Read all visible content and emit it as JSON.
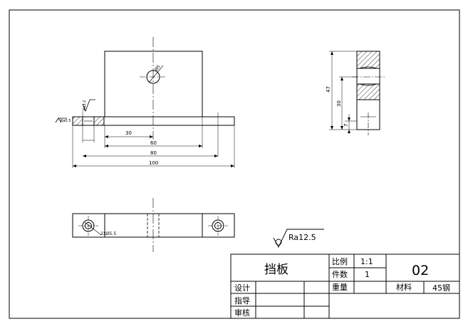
{
  "views": {
    "front": {
      "dims": {
        "d30": "30",
        "d60": "60",
        "d80": "80",
        "d100": "100"
      },
      "hole_dia": "Ø5",
      "roughness_side": "Ra3.2",
      "roughness_left": "Ra0.5"
    },
    "side": {
      "dims": {
        "d47": "47",
        "d30": "30",
        "d7": "7"
      }
    },
    "top": {
      "hole_note": "2XØ5.5"
    }
  },
  "roughness_general": "Ra12.5",
  "title_block": {
    "part_name": "挡板",
    "scale_label": "比例",
    "scale_value": "1:1",
    "qty_label": "件数",
    "qty_value": "1",
    "drawing_no": "02",
    "weight_label": "重量",
    "material_label": "材料",
    "material_value": "45钢",
    "design_label": "设计",
    "guide_label": "指导",
    "review_label": "审核"
  }
}
